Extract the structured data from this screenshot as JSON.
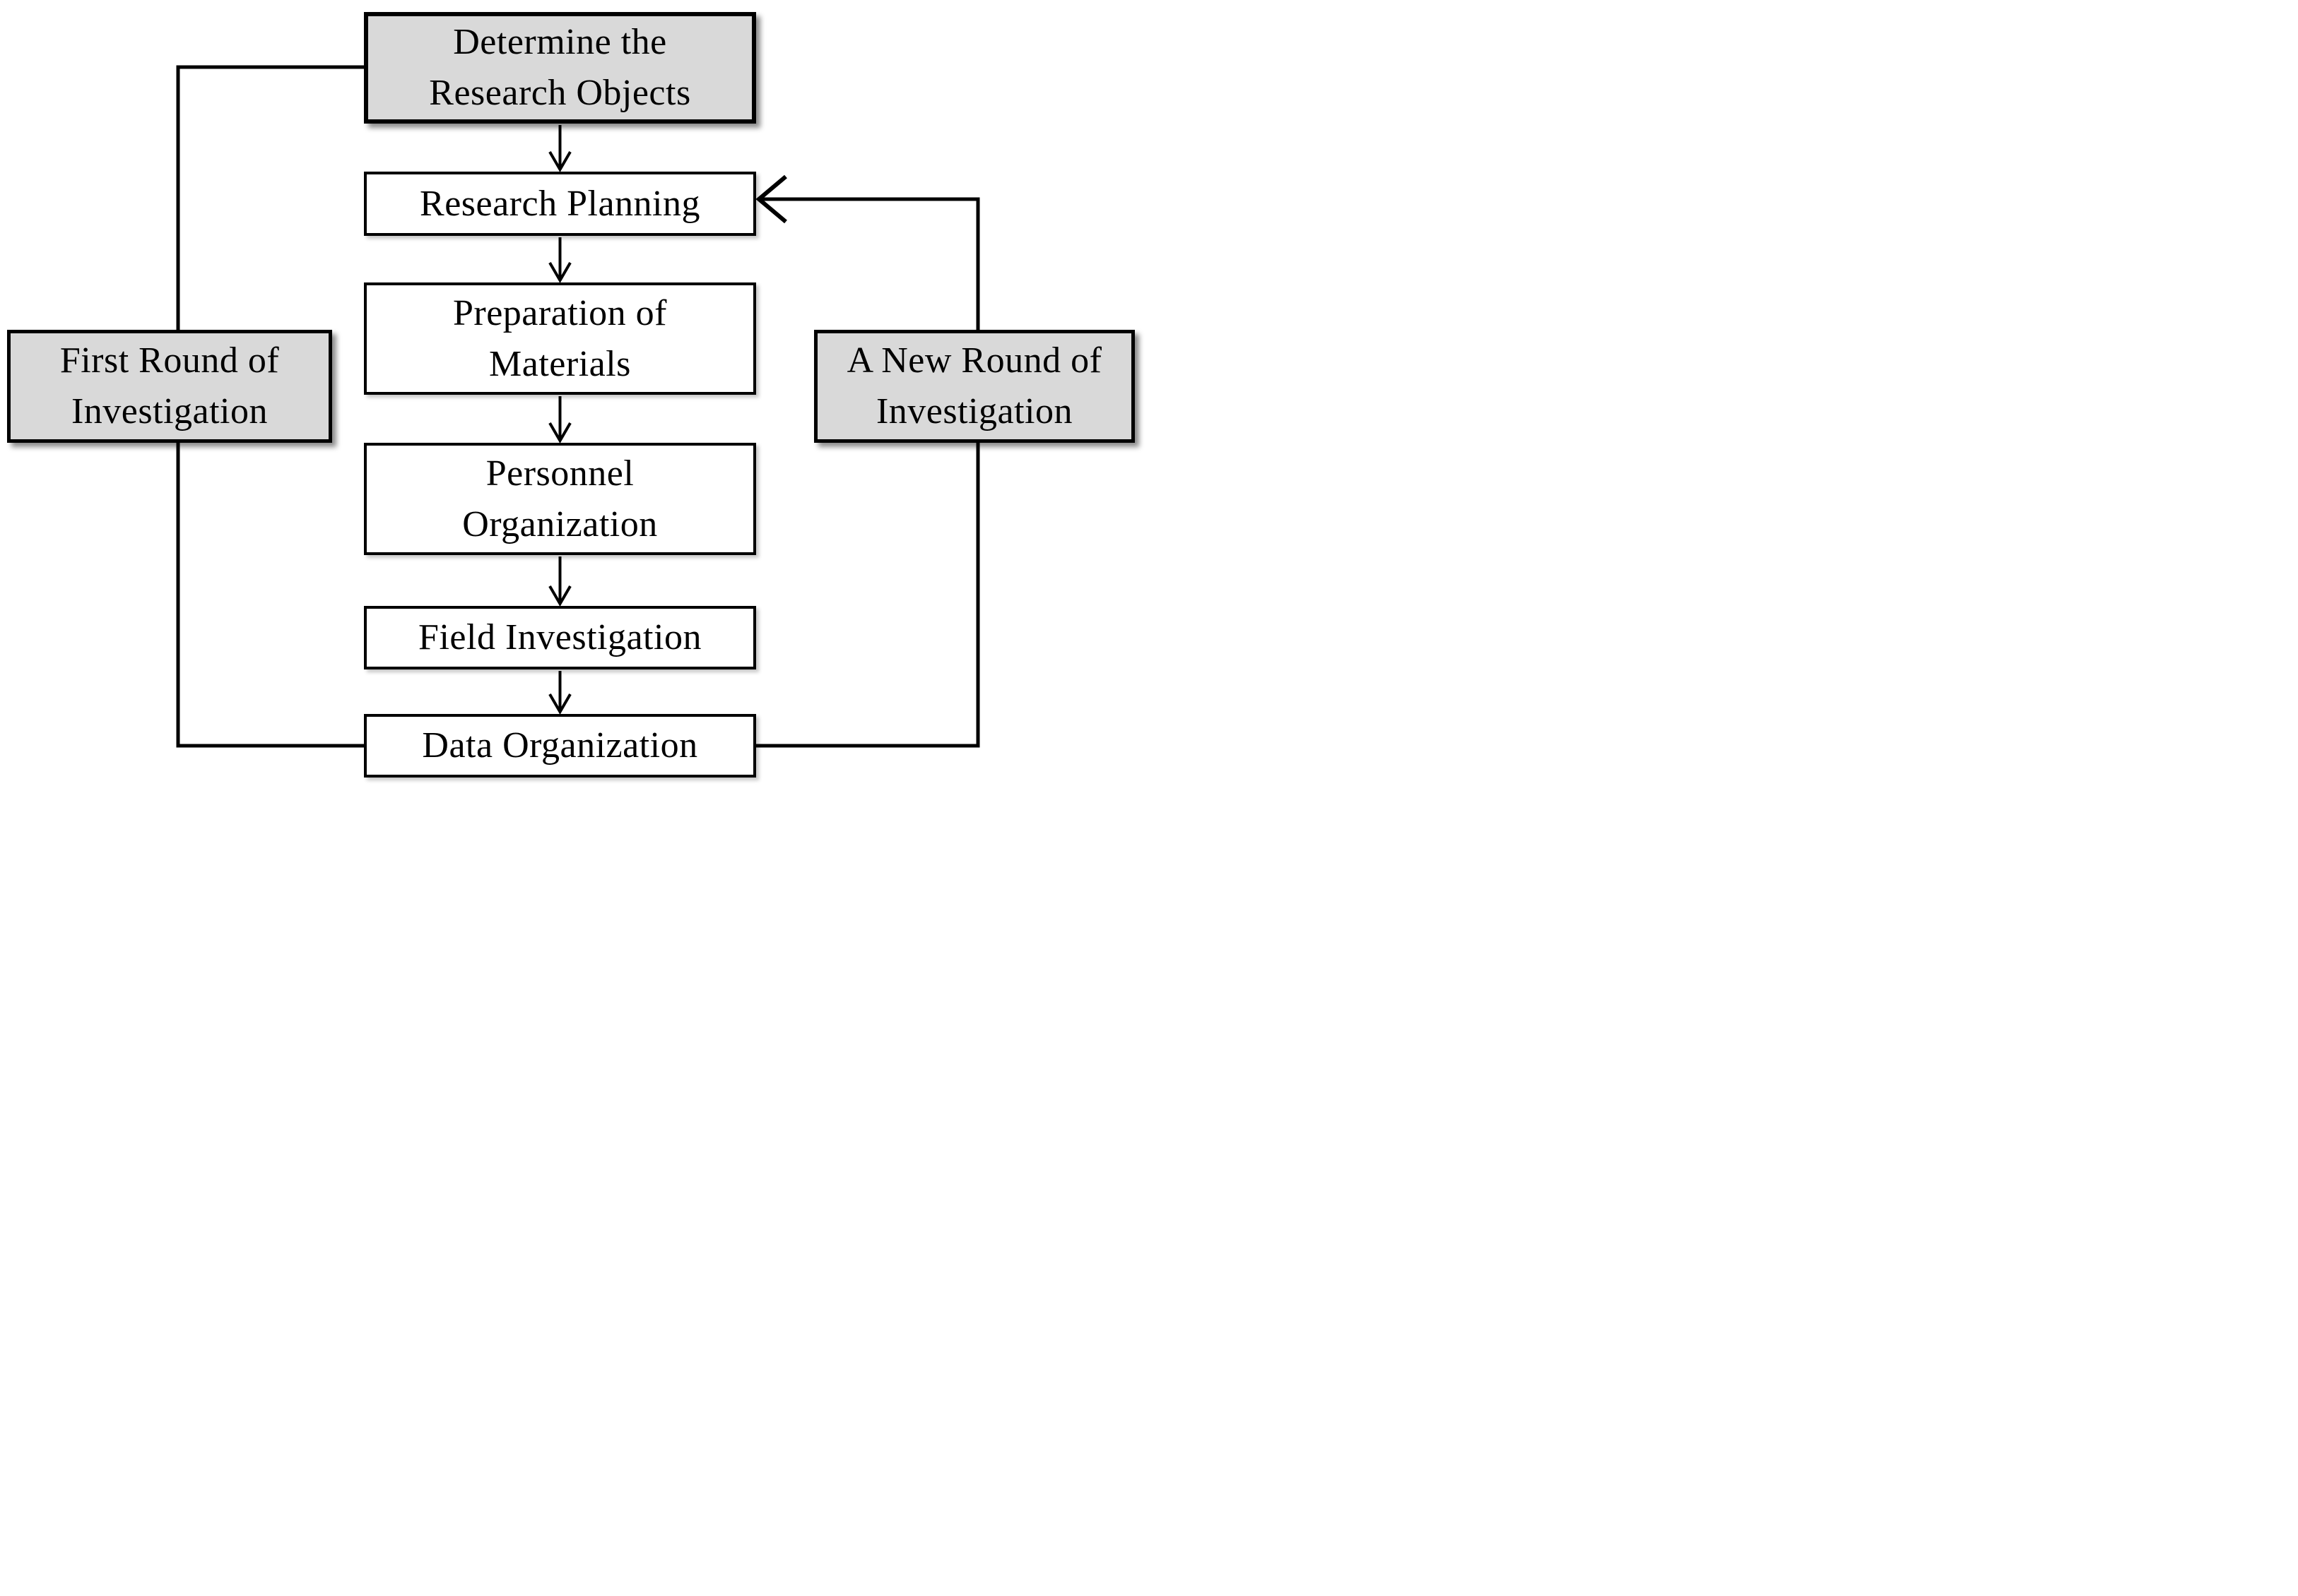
{
  "diagram": {
    "nodes": [
      {
        "id": "determine-research-objects",
        "label": "Determine the\nResearch Objects",
        "variant": "gray"
      },
      {
        "id": "research-planning",
        "label": "Research Planning",
        "variant": "white"
      },
      {
        "id": "preparation-of-materials",
        "label": "Preparation of\nMaterials",
        "variant": "white"
      },
      {
        "id": "personnel-organization",
        "label": "Personnel\nOrganization",
        "variant": "white"
      },
      {
        "id": "field-investigation",
        "label": "Field Investigation",
        "variant": "white"
      },
      {
        "id": "data-organization",
        "label": "Data Organization",
        "variant": "white"
      },
      {
        "id": "first-round-of-investigation",
        "label": "First Round of\nInvestigation",
        "variant": "gray"
      },
      {
        "id": "a-new-round-of-investigation",
        "label": "A New Round of\nInvestigation",
        "variant": "gray"
      }
    ],
    "edges": [
      {
        "from": "determine-research-objects",
        "to": "research-planning",
        "type": "arrow"
      },
      {
        "from": "research-planning",
        "to": "preparation-of-materials",
        "type": "arrow"
      },
      {
        "from": "preparation-of-materials",
        "to": "personnel-organization",
        "type": "arrow"
      },
      {
        "from": "personnel-organization",
        "to": "field-investigation",
        "type": "arrow"
      },
      {
        "from": "field-investigation",
        "to": "data-organization",
        "type": "arrow"
      },
      {
        "from": "determine-research-objects",
        "to": "data-organization",
        "via": "first-round-of-investigation",
        "type": "line"
      },
      {
        "from": "data-organization",
        "to": "research-planning",
        "via": "a-new-round-of-investigation",
        "type": "arrow"
      }
    ],
    "colors": {
      "node_gray_fill": "#d9d9d9",
      "node_white_fill": "#ffffff",
      "stroke": "#000000",
      "background": "#ffffff"
    }
  }
}
